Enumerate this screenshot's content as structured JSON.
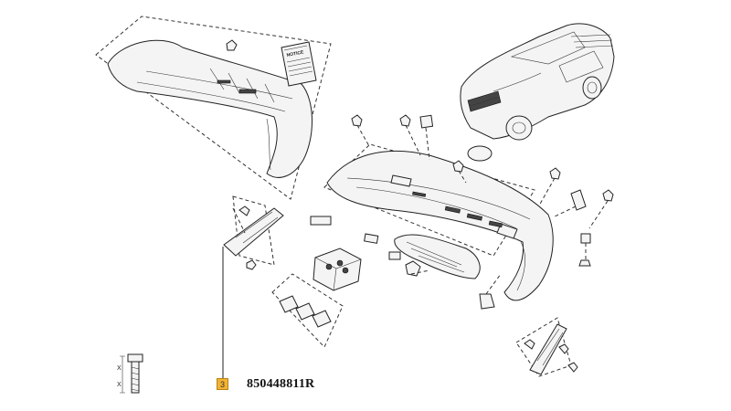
{
  "diagram": {
    "notice_label": "NOTICE",
    "callout_number": "3",
    "part_number": "850448811R",
    "dimension_letters": [
      "X",
      "X"
    ],
    "accent_color": "#f2b233"
  }
}
